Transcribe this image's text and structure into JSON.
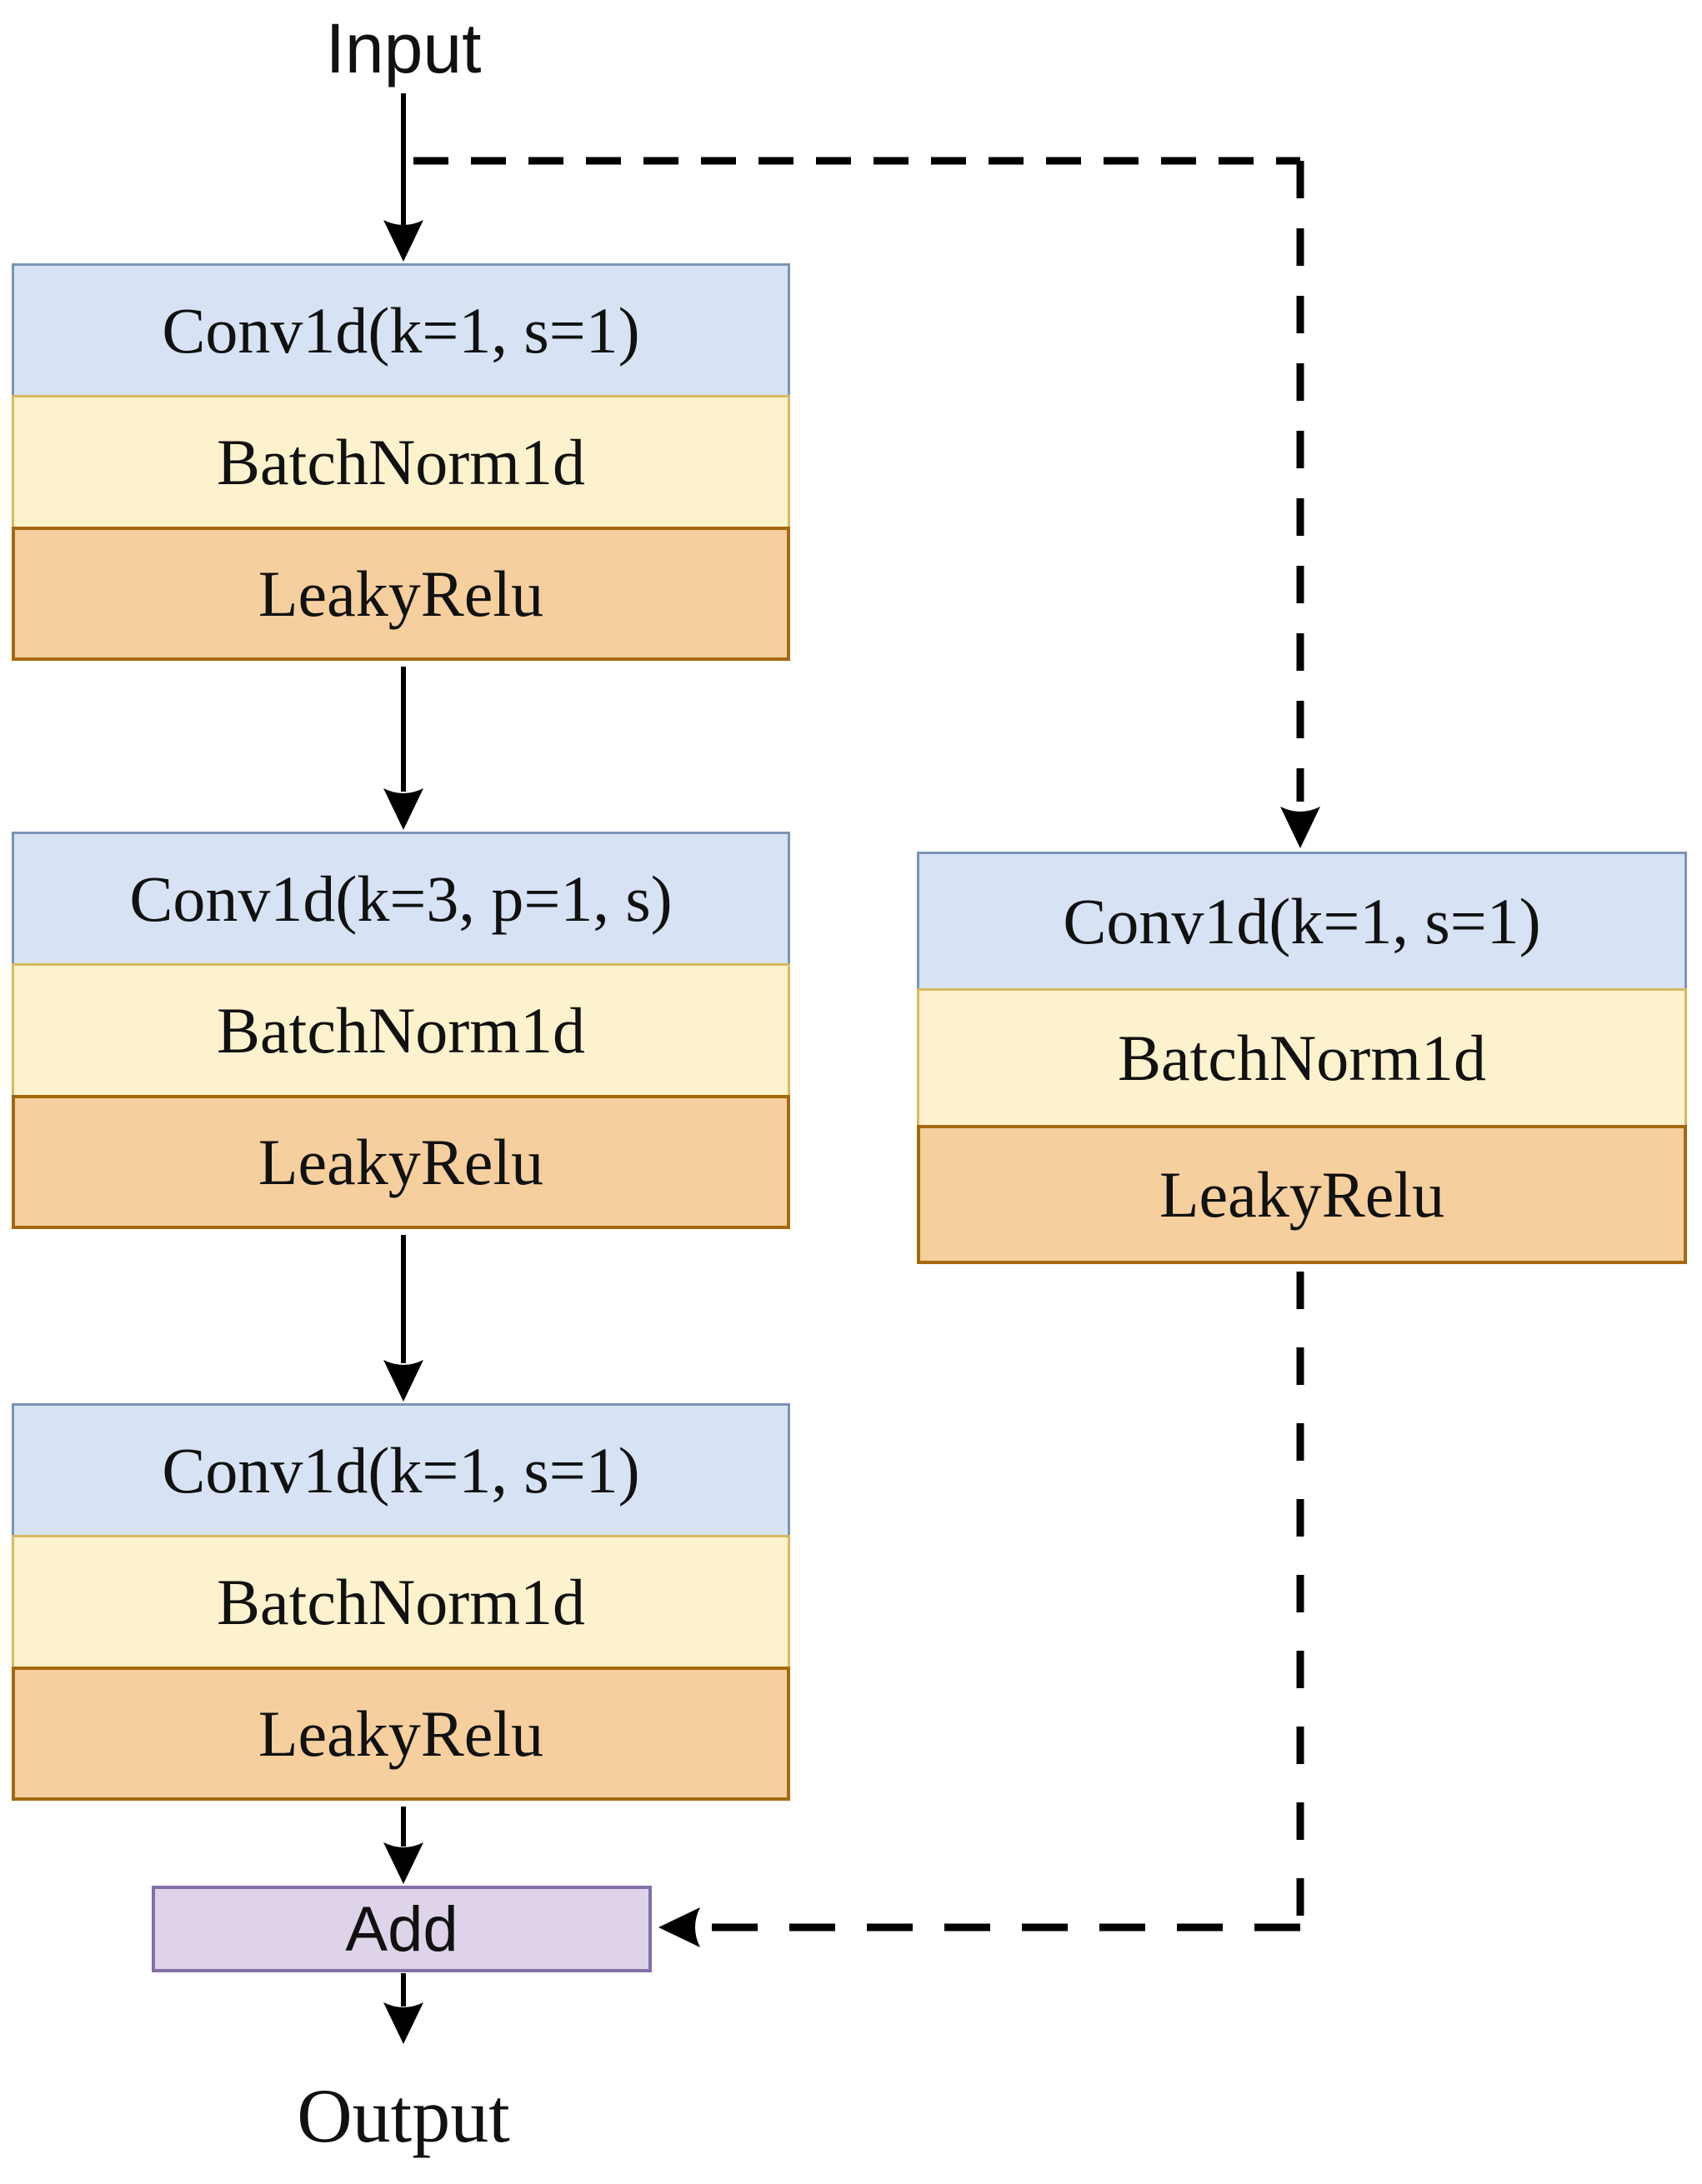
{
  "labels": {
    "input": "Input",
    "add": "Add",
    "output": "Output"
  },
  "blocks": [
    {
      "id": "main-block-1",
      "column": "main",
      "layers": [
        {
          "type": "conv",
          "label": "Conv1d(k=1, s=1)"
        },
        {
          "type": "batchnorm",
          "label": "BatchNorm1d"
        },
        {
          "type": "activation",
          "label": "LeakyRelu"
        }
      ]
    },
    {
      "id": "main-block-2",
      "column": "main",
      "layers": [
        {
          "type": "conv",
          "label": "Conv1d(k=3, p=1, s)"
        },
        {
          "type": "batchnorm",
          "label": "BatchNorm1d"
        },
        {
          "type": "activation",
          "label": "LeakyRelu"
        }
      ]
    },
    {
      "id": "main-block-3",
      "column": "main",
      "layers": [
        {
          "type": "conv",
          "label": "Conv1d(k=1, s=1)"
        },
        {
          "type": "batchnorm",
          "label": "BatchNorm1d"
        },
        {
          "type": "activation",
          "label": "LeakyRelu"
        }
      ]
    },
    {
      "id": "shortcut-block",
      "column": "shortcut",
      "layers": [
        {
          "type": "conv",
          "label": "Conv1d(k=1, s=1)"
        },
        {
          "type": "batchnorm",
          "label": "BatchNorm1d"
        },
        {
          "type": "activation",
          "label": "LeakyRelu"
        }
      ]
    }
  ],
  "edges": [
    {
      "from": "input",
      "to": "main-block-1",
      "style": "solid"
    },
    {
      "from": "input",
      "to": "shortcut-block",
      "style": "dashed"
    },
    {
      "from": "main-block-1",
      "to": "main-block-2",
      "style": "solid"
    },
    {
      "from": "main-block-2",
      "to": "main-block-3",
      "style": "solid"
    },
    {
      "from": "main-block-3",
      "to": "add",
      "style": "solid"
    },
    {
      "from": "shortcut-block",
      "to": "add",
      "style": "dashed"
    },
    {
      "from": "add",
      "to": "output",
      "style": "solid"
    }
  ],
  "colors": {
    "conv_fill": "#d7e3f4",
    "conv_border": "#7b93b6",
    "batchnorm_fill": "#fdf2ce",
    "batchnorm_border": "#d8b95f",
    "activation_fill": "#f5cf9e",
    "activation_border": "#a4690f",
    "add_fill": "#ded3e9",
    "add_border": "#8370a5",
    "wire": "#000000",
    "background": "#ffffff",
    "text": "#111111"
  }
}
